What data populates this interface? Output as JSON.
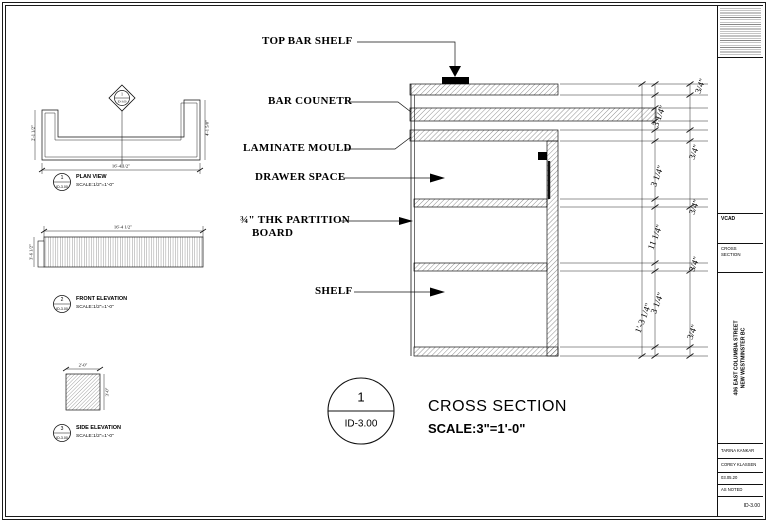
{
  "callouts": {
    "top_bar_shelf": "TOP BAR SHELF",
    "bar_counter": "BAR COUNETR",
    "laminate_mould": "LAMINATE MOULD",
    "drawer_space": "DRAWER SPACE",
    "partition_line1": "¾\" THK PARTITION",
    "partition_line2": "BOARD",
    "shelf": "SHELF"
  },
  "views": {
    "plan": {
      "num": "1",
      "sheet": "ID-3.00",
      "title": "PLAN VIEW",
      "scale": "SCALE:1/2\"=1'-0\"",
      "dim_bottom": "16'-4 1/2\"",
      "dim_left": "2'-1 1/2\"",
      "dim_right": "4'-1 5/8\"",
      "marker_num": "1"
    },
    "front": {
      "num": "2",
      "sheet": "ID-3.00",
      "title": "FRONT ELEVATION",
      "scale": "SCALE:1/2\"=1'-0\"",
      "dim_top": "16'-4 1/2\"",
      "dim_left": "3'-6 1/2\""
    },
    "side": {
      "num": "3",
      "sheet": "ID-3.00",
      "title": "SIDE ELEVATION",
      "scale": "SCALE:1/2\"=1'-0\"",
      "dim_top": "2'-0\"",
      "dim_right": "3'-0\""
    }
  },
  "main": {
    "num": "1",
    "sheet": "ID-3.00",
    "title": "CROSS SECTION",
    "scale": "SCALE:3\"=1'-0\""
  },
  "dims": [
    "3/4\"",
    "3 1/4\"",
    "3/4\"",
    "3 1/4\"",
    "3/4\"",
    "11 1/4\"",
    "3/4\"",
    "3 1/4\"",
    "3/4\"",
    "1'-3 1/4\""
  ],
  "titleblock": {
    "org": "VCAD",
    "sheet_title_1": "CROSS",
    "sheet_title_2": "SECTION",
    "address_1": "406 EAST COLUMBIA STREET",
    "address_2": "NEW WESTMINSTER BC",
    "drawn_by": "TARINA KANKAR",
    "checked_by": "COREY KLASSEN",
    "date": "03.05.20",
    "scale_note": "AS NOTED",
    "sheet_no": "ID-3.00"
  }
}
